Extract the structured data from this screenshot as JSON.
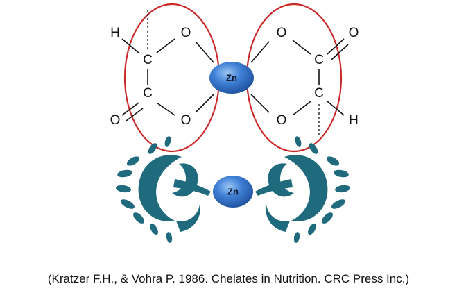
{
  "atoms": {
    "h_left": "H",
    "o_top_left": "O",
    "c_top_left": "C",
    "c_bottom_left": "C",
    "o_bottom_outer_left": "O",
    "o_bottom_inner_left": "O",
    "o_top_inner_right": "O",
    "o_top_outer_right": "O",
    "c_top_right": "C",
    "c_bottom_right": "C",
    "o_bottom_inner_right": "O",
    "h_right": "H"
  },
  "metal_top": "Zn",
  "metal_bottom": "Zn",
  "citation": "(Kratzer F.H., & Vohra P. 1986. Chelates in Nutrition. CRC Press Inc.)",
  "colors": {
    "ring": "#cc2a2a",
    "zinc_fill": "#3f7fd6",
    "zinc_dark": "#1d4f9a",
    "claw": "#1f6a7c"
  }
}
